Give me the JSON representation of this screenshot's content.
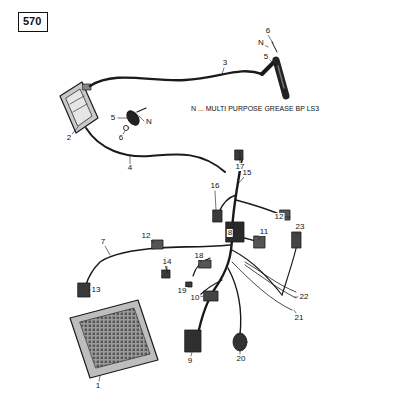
{
  "diagram": {
    "nodes": [
      {
        "text": [
          "570"
        ]
      }
    ],
    "edges": [],
    "labels": [
      "N ... MULTI PURPOSE GREASE BP LS3",
      "6",
      "N",
      "5",
      "3",
      "2",
      "5",
      "N",
      "6",
      "4",
      "17",
      "15",
      "16",
      "12",
      "8",
      "11",
      "12",
      "7",
      "14",
      "18",
      "19",
      "10",
      "23",
      "22",
      "13",
      "21",
      "9",
      "20",
      "1"
    ]
  }
}
